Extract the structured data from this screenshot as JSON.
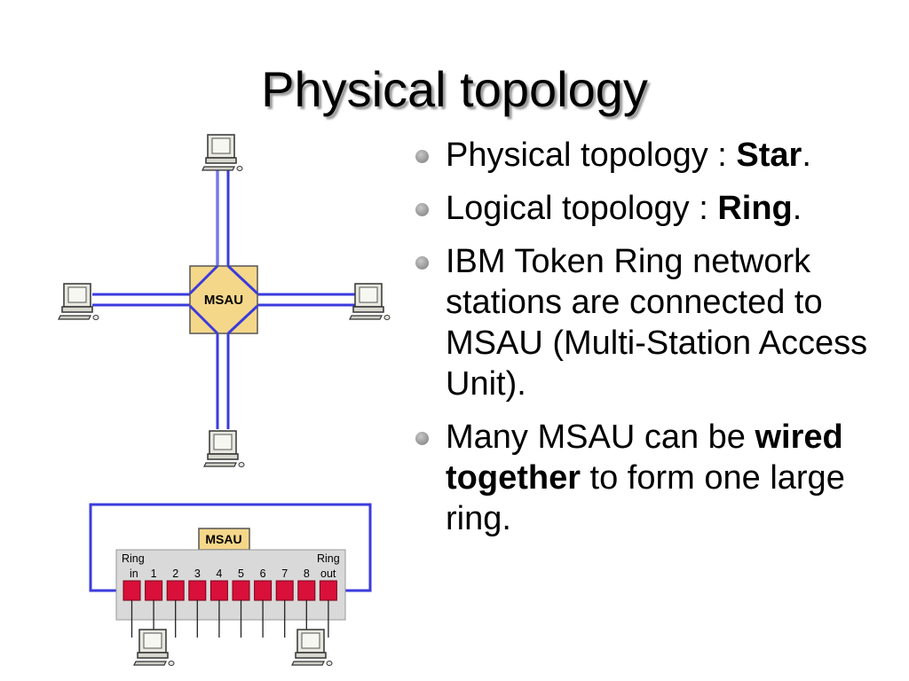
{
  "slide": {
    "title": "Physical topology"
  },
  "bullets": [
    {
      "parts": [
        {
          "text": "Physical topology : ",
          "bold": false
        },
        {
          "text": "Star",
          "bold": true
        },
        {
          "text": ".",
          "bold": false
        }
      ]
    },
    {
      "parts": [
        {
          "text": "Logical topology : ",
          "bold": false
        },
        {
          "text": "Ring",
          "bold": true
        },
        {
          "text": ".",
          "bold": false
        }
      ]
    },
    {
      "parts": [
        {
          "text": "IBM Token Ring network stations are connected to MSAU (Multi-Station Access Unit).",
          "bold": false
        }
      ]
    },
    {
      "parts": [
        {
          "text": "Many MSAU can be ",
          "bold": false
        },
        {
          "text": "wired together",
          "bold": true
        },
        {
          "text": " to form one large ring.",
          "bold": false
        }
      ]
    }
  ],
  "star_diagram": {
    "hub_label": "MSAU"
  },
  "msau_diagram": {
    "unit_label": "MSAU",
    "ring_in_label_top": "Ring",
    "ring_in_label_bottom": "in",
    "ring_out_label_top": "Ring",
    "ring_out_label_bottom": "out",
    "port_labels": [
      "1",
      "2",
      "3",
      "4",
      "5",
      "6",
      "7",
      "8"
    ]
  },
  "colors": {
    "cable_blue": "#3b3bdc",
    "hub_fill": "#f5d78a",
    "port_red": "#d8103a",
    "panel_gray": "#d9d9d9"
  }
}
